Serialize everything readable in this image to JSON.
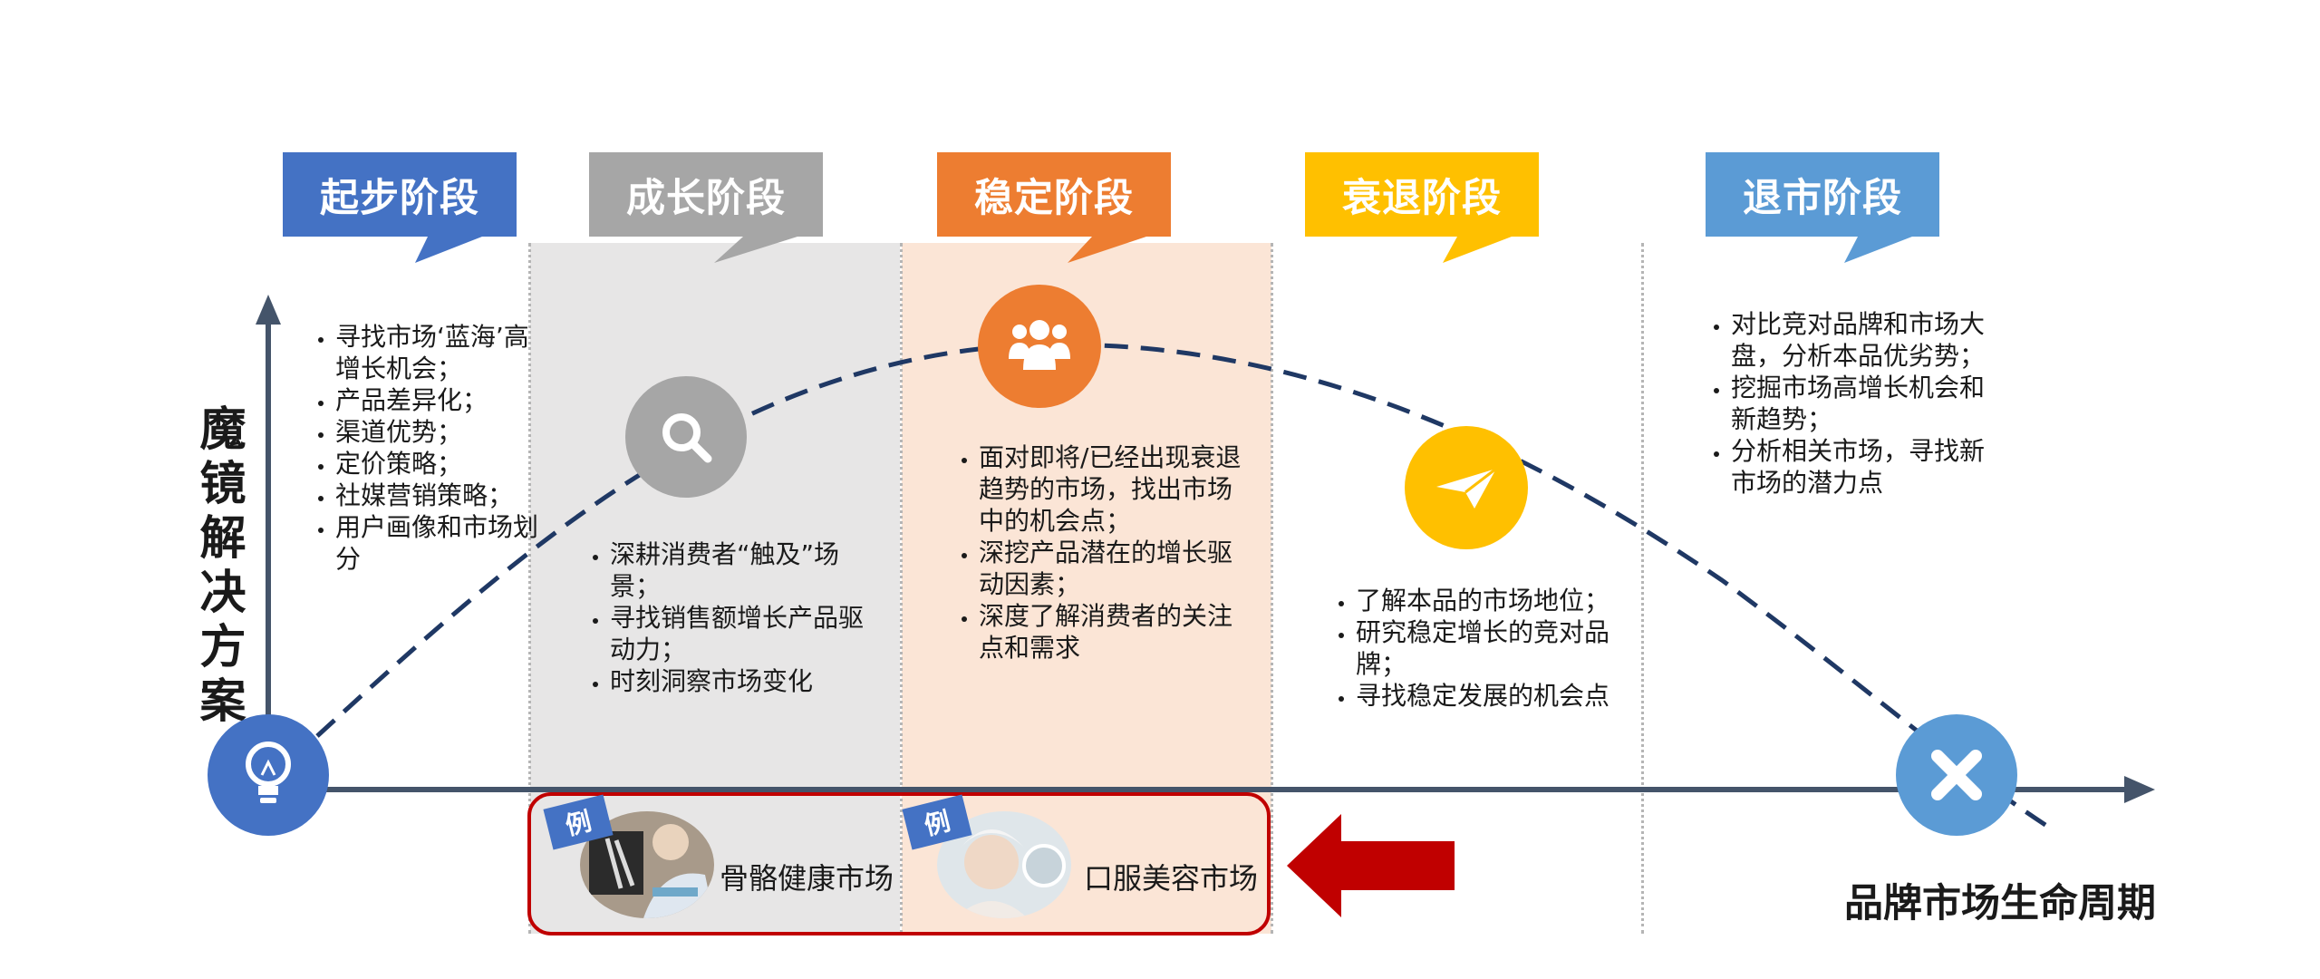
{
  "title_vertical": "魔镜解决方案",
  "axis_label": "品牌市场生命周期",
  "stages": [
    {
      "name": "起步阶段",
      "color": "#4472c4",
      "icon": "lightbulb-icon",
      "icon_color": "#4472c4",
      "items": [
        "寻找市场‘蓝海’高增长机会；",
        "产品差异化；",
        "渠道优势；",
        "定价策略；",
        "社媒营销策略；",
        "用户画像和市场划分"
      ]
    },
    {
      "name": "成长阶段",
      "color": "#a6a6a6",
      "icon": "search-icon",
      "icon_color": "#a6a6a6",
      "band_color": "#e7e6e6",
      "items": [
        "深耕消费者“触及”场景；",
        "寻找销售额增长产品驱动力；",
        "时刻洞察市场变化"
      ]
    },
    {
      "name": "稳定阶段",
      "color": "#ed7d31",
      "icon": "people-icon",
      "icon_color": "#ed7d31",
      "band_color": "#fbe5d6",
      "items": [
        "面对即将/已经出现衰退趋势的市场，找出市场中的机会点；",
        "深挖产品潜在的增长驱动因素；",
        "深度了解消费者的关注点和需求"
      ]
    },
    {
      "name": "衰退阶段",
      "color": "#ffc000",
      "icon": "paper-plane-icon",
      "icon_color": "#ffc000",
      "items": [
        "了解本品的市场地位；",
        "研究稳定增长的竞对品牌；",
        "寻找稳定发展的机会点"
      ]
    },
    {
      "name": "退市阶段",
      "color": "#5b9bd5",
      "icon": "close-icon",
      "icon_color": "#5b9bd5",
      "items": [
        "对比竞对品牌和市场大盘，分析本品优劣势；",
        "挖掘市场高增长机会和新趋势；",
        "分析相关市场，寻找新市场的潜力点"
      ]
    }
  ],
  "examples": [
    {
      "tag": "例",
      "label": "骨骼健康市场"
    },
    {
      "tag": "例",
      "label": "口服美容市场"
    }
  ],
  "colors": {
    "axis": "#44546a",
    "curve": "#1f3864",
    "arrow": "#c00000",
    "example_border": "#c00000",
    "example_tag": "#4472c4"
  }
}
